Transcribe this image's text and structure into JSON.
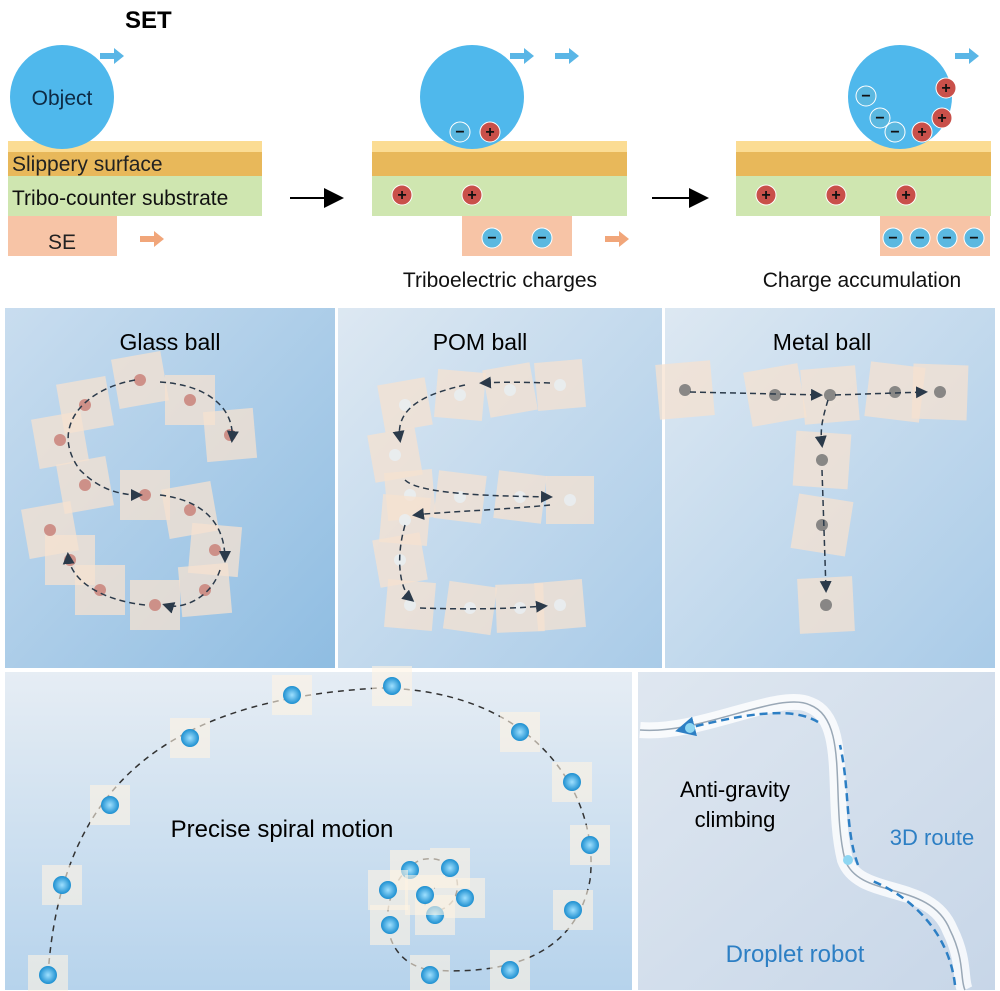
{
  "schematic": {
    "title": "SET",
    "object_label": "Object",
    "slippery_label": "Slippery surface",
    "substrate_label": "Tribo-counter substrate",
    "se_label": "SE",
    "step2_caption": "Triboelectric charges",
    "step3_caption": "Charge accumulation"
  },
  "panels": {
    "glass": "Glass ball",
    "pom": "POM ball",
    "metal": "Metal ball",
    "spiral": "Precise spiral motion",
    "climb_line1": "Anti-gravity",
    "climb_line2": "climbing",
    "route": "3D route",
    "robot": "Droplet robot"
  },
  "colors": {
    "ball": "#4fb8ec",
    "slippery_light": "#fbdc93",
    "slippery": "#e8b85a",
    "substrate": "#cfe6b0",
    "se": "#f7c4a6",
    "pos": "#c9504a",
    "neg": "#5bb8e0",
    "route": "#2d7fc4"
  }
}
